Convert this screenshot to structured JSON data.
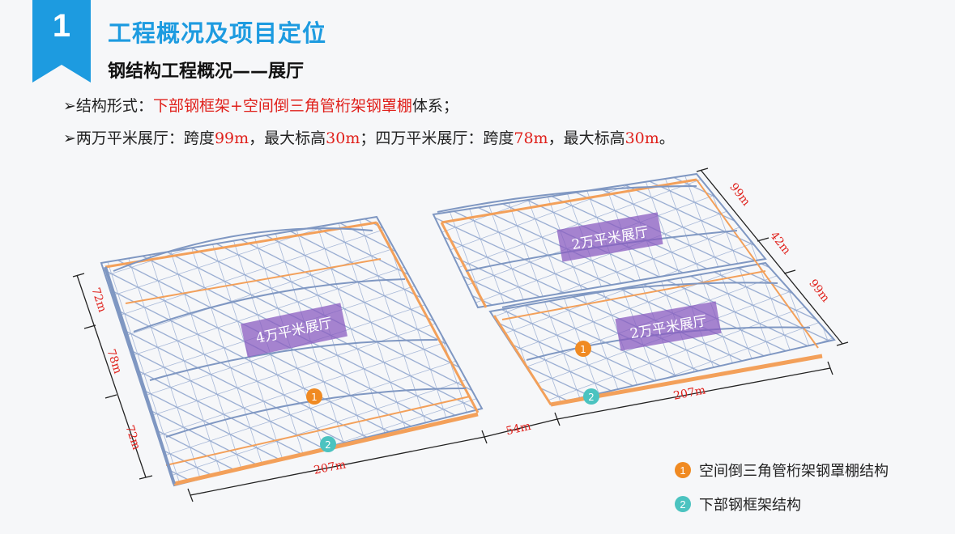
{
  "header": {
    "section_number": "1",
    "title": "工程概况及项目定位",
    "subtitle": "钢结构工程概况——展厅"
  },
  "bullets": [
    {
      "marker": "➢",
      "parts": [
        {
          "text": "结构形式：",
          "highlight": false
        },
        {
          "text": "下部钢框架+空间倒三角管桁架钢罩棚",
          "highlight": true
        },
        {
          "text": "体系；",
          "highlight": false
        }
      ]
    },
    {
      "marker": "➢",
      "parts": [
        {
          "text": "两万平米展厅：跨度",
          "highlight": false
        },
        {
          "text": "99m",
          "highlight": true
        },
        {
          "text": "，最大标高",
          "highlight": false
        },
        {
          "text": "30m",
          "highlight": true
        },
        {
          "text": "；四万平米展厅：跨度",
          "highlight": false
        },
        {
          "text": "78m",
          "highlight": true
        },
        {
          "text": "，最大标高",
          "highlight": false
        },
        {
          "text": "30m",
          "highlight": true
        },
        {
          "text": "。",
          "highlight": false
        }
      ]
    }
  ],
  "figure": {
    "hall_left_label": "4万平米展厅",
    "hall_right_top_label": "2万平米展厅",
    "hall_right_bottom_label": "2万平米展厅",
    "dim_left": [
      "72m",
      "78m",
      "72m"
    ],
    "dim_bottom_left": "207m",
    "dim_gap": "54m",
    "dim_bottom_right": "207m",
    "dim_right": [
      "99m",
      "42m",
      "99m"
    ],
    "marker_1": "1",
    "marker_2": "2"
  },
  "legend": [
    {
      "number": "1",
      "label": "空间倒三角管桁架钢罩棚结构",
      "color": "#f08a22"
    },
    {
      "number": "2",
      "label": "下部钢框架结构",
      "color": "#4bc3c0"
    }
  ],
  "colors": {
    "accent": "#1d9be0",
    "highlight": "#e0201b",
    "steel_blue": "#7f97c2",
    "frame_orange": "#f3a05a",
    "label_purple": "#8a5cc0"
  }
}
